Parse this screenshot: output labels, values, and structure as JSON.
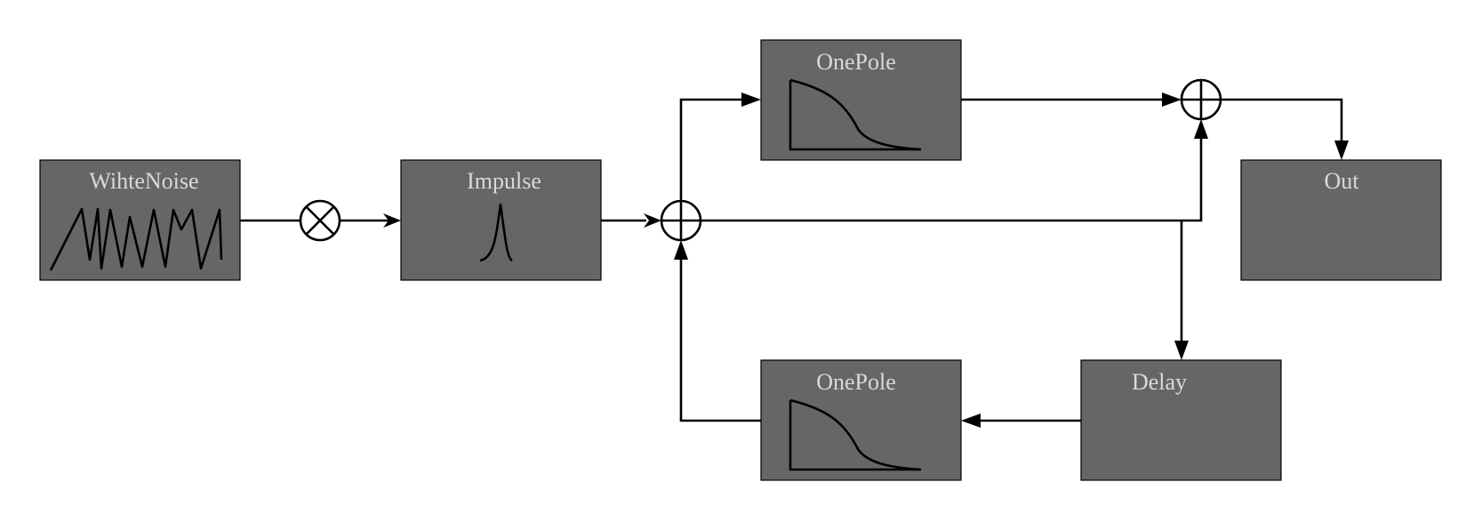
{
  "blocks": {
    "whitenoise": {
      "label": "WihteNoise"
    },
    "impulse": {
      "label": "Impulse"
    },
    "onepole_top": {
      "label": "OnePole"
    },
    "onepole_bottom": {
      "label": "OnePole"
    },
    "delay": {
      "label": "Delay"
    },
    "out": {
      "label": "Out"
    }
  },
  "operators": {
    "multiply": {
      "symbol": "multiply-icon"
    },
    "sum_left": {
      "symbol": "sum-icon"
    },
    "sum_right": {
      "symbol": "sum-icon"
    }
  },
  "colors": {
    "block_fill": "#666666",
    "label_text": "#d9d9d9",
    "wire": "#000000"
  }
}
